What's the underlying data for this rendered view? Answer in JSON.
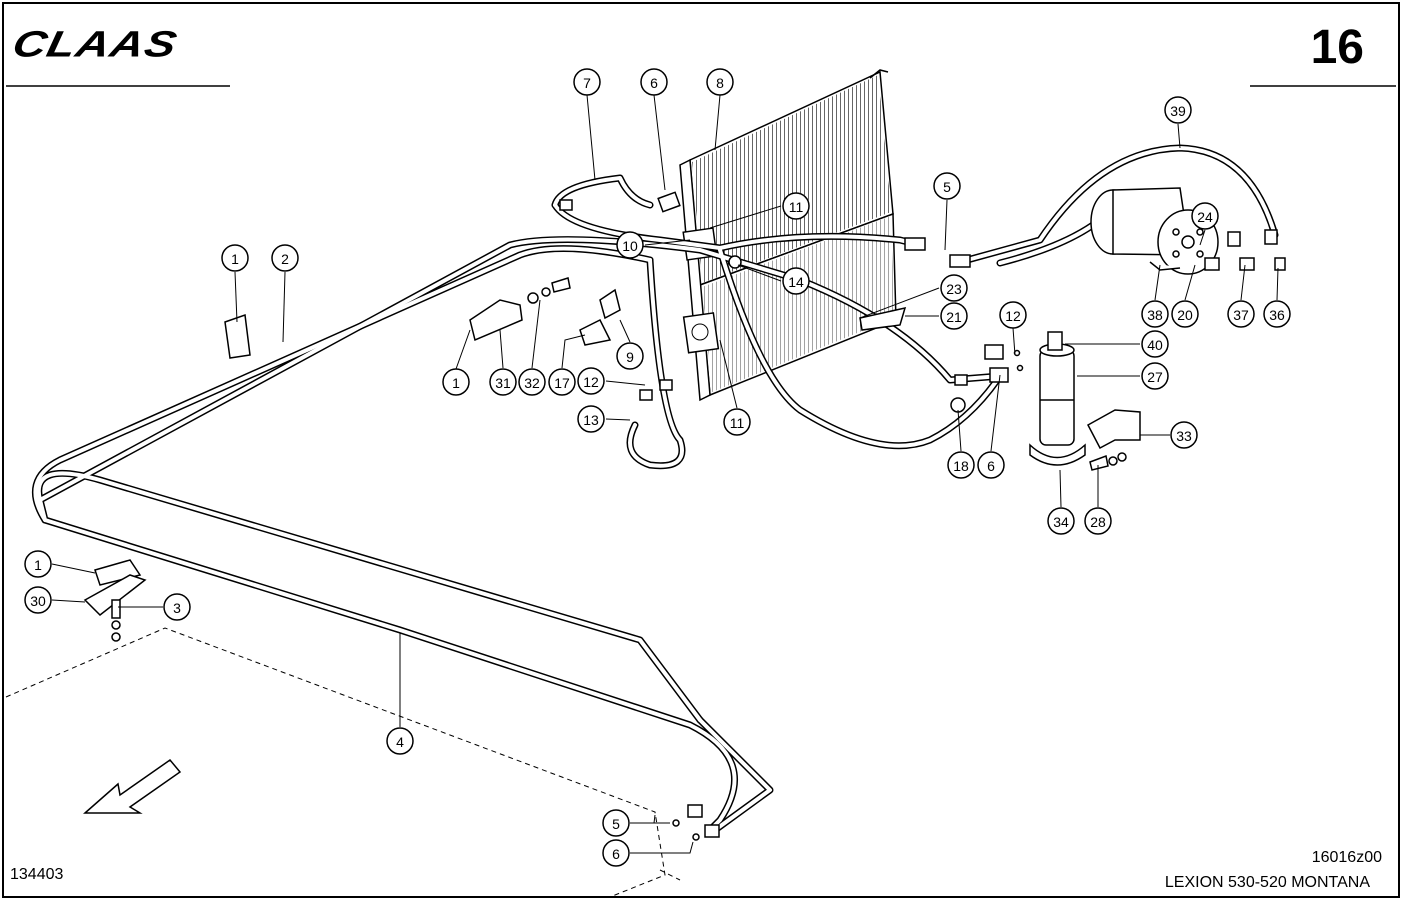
{
  "header": {
    "brand": "CLAAS",
    "page_number": "16"
  },
  "footer": {
    "drawing_number": "134403",
    "image_ref": "16016z00",
    "model": "LEXION 530-520 MONTANA"
  },
  "callouts": [
    {
      "id": "c7",
      "label": "7"
    },
    {
      "id": "c6a",
      "label": "6"
    },
    {
      "id": "c8",
      "label": "8"
    },
    {
      "id": "c39",
      "label": "39"
    },
    {
      "id": "c5a",
      "label": "5"
    },
    {
      "id": "c11a",
      "label": "11"
    },
    {
      "id": "c10",
      "label": "10"
    },
    {
      "id": "c14",
      "label": "14"
    },
    {
      "id": "c24",
      "label": "24"
    },
    {
      "id": "c1a",
      "label": "1"
    },
    {
      "id": "c2",
      "label": "2"
    },
    {
      "id": "c23",
      "label": "23"
    },
    {
      "id": "c21",
      "label": "21"
    },
    {
      "id": "c12a",
      "label": "12"
    },
    {
      "id": "c38",
      "label": "38"
    },
    {
      "id": "c20",
      "label": "20"
    },
    {
      "id": "c37",
      "label": "37"
    },
    {
      "id": "c36",
      "label": "36"
    },
    {
      "id": "c40",
      "label": "40"
    },
    {
      "id": "c9",
      "label": "9"
    },
    {
      "id": "c1b",
      "label": "1"
    },
    {
      "id": "c31",
      "label": "31"
    },
    {
      "id": "c32",
      "label": "32"
    },
    {
      "id": "c17",
      "label": "17"
    },
    {
      "id": "c12b",
      "label": "12"
    },
    {
      "id": "c27",
      "label": "27"
    },
    {
      "id": "c13",
      "label": "13"
    },
    {
      "id": "c11b",
      "label": "11"
    },
    {
      "id": "c18",
      "label": "18"
    },
    {
      "id": "c6b",
      "label": "6"
    },
    {
      "id": "c33",
      "label": "33"
    },
    {
      "id": "c34",
      "label": "34"
    },
    {
      "id": "c28",
      "label": "28"
    },
    {
      "id": "c1c",
      "label": "1"
    },
    {
      "id": "c30",
      "label": "30"
    },
    {
      "id": "c3",
      "label": "3"
    },
    {
      "id": "c4",
      "label": "4"
    },
    {
      "id": "c5b",
      "label": "5"
    },
    {
      "id": "c6c",
      "label": "6"
    }
  ]
}
